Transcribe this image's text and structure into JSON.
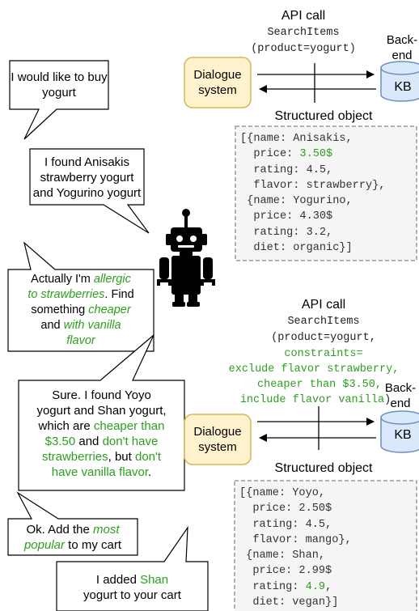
{
  "colors": {
    "green": "#2e9e1f",
    "dialogue_box_fill": "#fff2cc",
    "dialogue_box_border": "#d6b656",
    "kb_fill": "#dae8fc",
    "kb_border": "#6c8ebf",
    "code_box_fill": "#f5f5f5",
    "code_box_border": "#8a8a8a"
  },
  "top": {
    "api_call_title": "API call",
    "api_call_line1": "SearchItems",
    "api_call_line2": "(product=yogurt)",
    "dialogue_system": [
      "Dialogue",
      "system"
    ],
    "backend": [
      "Back-",
      "end"
    ],
    "kb": "KB",
    "structured_object_title": "Structured object",
    "code_lines": [
      {
        "before": "[{name: Anisakis,",
        "hl": "",
        "after": ""
      },
      {
        "before": "  price: ",
        "hl": "3.50$",
        "after": ""
      },
      {
        "before": "  rating: 4.5,",
        "hl": "",
        "after": ""
      },
      {
        "before": "  flavor: strawberry},",
        "hl": "",
        "after": ""
      },
      {
        "before": " {name: Yogurino,",
        "hl": "",
        "after": ""
      },
      {
        "before": "  price: 4.30$",
        "hl": "",
        "after": ""
      },
      {
        "before": "  rating: 3.2,",
        "hl": "",
        "after": ""
      },
      {
        "before": "  diet: organic}]",
        "hl": "",
        "after": ""
      }
    ]
  },
  "bottom": {
    "api_call_title": "API call",
    "api_call_line1": "SearchItems",
    "api_call_line2": "(product=yogurt,",
    "api_call_line3": "constraints=",
    "api_call_line4": "exclude flavor strawberry,",
    "api_call_line5": "cheaper than $3.50,",
    "api_call_line6_green": "include flavor vanilla",
    "api_call_line6_end": ")",
    "dialogue_system": [
      "Dialogue",
      "system"
    ],
    "backend": [
      "Back-",
      "end"
    ],
    "kb": "KB",
    "structured_object_title": "Structured object",
    "code_lines": [
      {
        "before": "[{name: Yoyo,",
        "hl": "",
        "after": ""
      },
      {
        "before": "  price: 2.50$",
        "hl": "",
        "after": ""
      },
      {
        "before": "  rating: 4.5,",
        "hl": "",
        "after": ""
      },
      {
        "before": "  flavor: mango},",
        "hl": "",
        "after": ""
      },
      {
        "before": " {name: Shan,",
        "hl": "",
        "after": ""
      },
      {
        "before": "  price: 2.99$",
        "hl": "",
        "after": ""
      },
      {
        "before": "  rating: ",
        "hl": "4.9",
        "after": ","
      },
      {
        "before": "  diet: vegan}]",
        "hl": "",
        "after": ""
      }
    ]
  },
  "bubbles": {
    "b1": [
      "I would like to buy",
      "yogurt"
    ],
    "b2": [
      "I found Anisakis",
      "strawberry yogurt",
      "and Yogurino yogurt"
    ],
    "b3": {
      "l1_a": "Actually I'm ",
      "l1_b": "allergic",
      "l2": "to strawberries",
      "l2_end": ". Find",
      "l3_a": "something ",
      "l3_b": "cheaper",
      "l4_a": "and ",
      "l4_b": "with vanilla",
      "l5": "flavor"
    },
    "b4": {
      "l1": "Sure. I found Yoyo",
      "l2": "yogurt and Shan yogurt,",
      "l3_a": "which are ",
      "l3_b": "cheaper than",
      "l4_a": "$3.50",
      "l4_b": " and ",
      "l4_c": "don't have",
      "l5_a": "strawberries",
      "l5_b": ", but ",
      "l5_c": "don't",
      "l6_a": "have vanilla flavor",
      "l6_b": "."
    },
    "b5": {
      "l1_a": "Ok. Add the ",
      "l1_b": "most",
      "l2_a": "popular",
      "l2_b": " to my cart"
    },
    "b6": {
      "l1_a": "I added ",
      "l1_b": "Shan",
      "l2": "yogurt to your cart"
    }
  }
}
